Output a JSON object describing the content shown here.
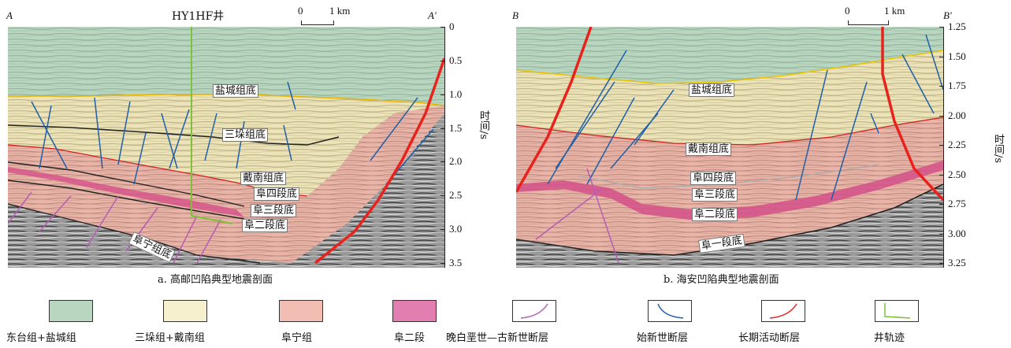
{
  "colors": {
    "green": "#b9d6c0",
    "yellow": "#ece3b8",
    "pink": "#e9b5a8",
    "magenta": "#d4508a",
    "purple_fault": "#b55cb5",
    "blue_fault": "#1f5fa8",
    "red_fault": "#e8231d",
    "well": "#7cc23a"
  },
  "panel_a": {
    "left_letter": "A",
    "right_letter": "A′",
    "well_label": "HY1HF井",
    "scale_zero": "0",
    "scale_one": "1 km",
    "axis_ticks": [
      "0",
      "0.5",
      "1.0",
      "1.5",
      "2.0",
      "2.5",
      "3.0",
      "3.5"
    ],
    "axis_title": "时间/s",
    "horizons": [
      "盐城组底",
      "三垛组底",
      "戴南组底",
      "阜四段底",
      "阜三段底",
      "阜二段底",
      "阜宁组底"
    ],
    "caption": "a. 高邮凹陷典型地震剖面"
  },
  "panel_b": {
    "left_letter": "B",
    "right_letter": "B′",
    "scale_zero": "0",
    "scale_one": "1 km",
    "axis_ticks": [
      "1.25",
      "1.50",
      "1.75",
      "2.00",
      "2.25",
      "2.50",
      "2.75",
      "3.00",
      "3.25"
    ],
    "axis_title": "时间/s",
    "horizons": [
      "盐城组底",
      "戴南组底",
      "阜四段底",
      "阜三段底",
      "阜二段底",
      "阜一段底"
    ],
    "caption": "b. 海安凹陷典型地震剖面"
  },
  "legend": [
    {
      "label": "东台组+盐城组",
      "kind": "fill",
      "color": "#b9d6c0"
    },
    {
      "label": "三垛组+戴南组",
      "kind": "fill",
      "color": "#f6f0cf"
    },
    {
      "label": "阜宁组",
      "kind": "fill",
      "color": "#f2bdb2"
    },
    {
      "label": "阜二段",
      "kind": "fill",
      "color": "#e27fb0"
    },
    {
      "label": "晚白垩世—古新世断层",
      "kind": "curve",
      "color": "#b55cb5"
    },
    {
      "label": "始新世断层",
      "kind": "curve",
      "color": "#1f5fa8"
    },
    {
      "label": "长期活动断层",
      "kind": "curve",
      "color": "#e8231d"
    },
    {
      "label": "井轨迹",
      "kind": "well",
      "color": "#7cc23a"
    }
  ]
}
